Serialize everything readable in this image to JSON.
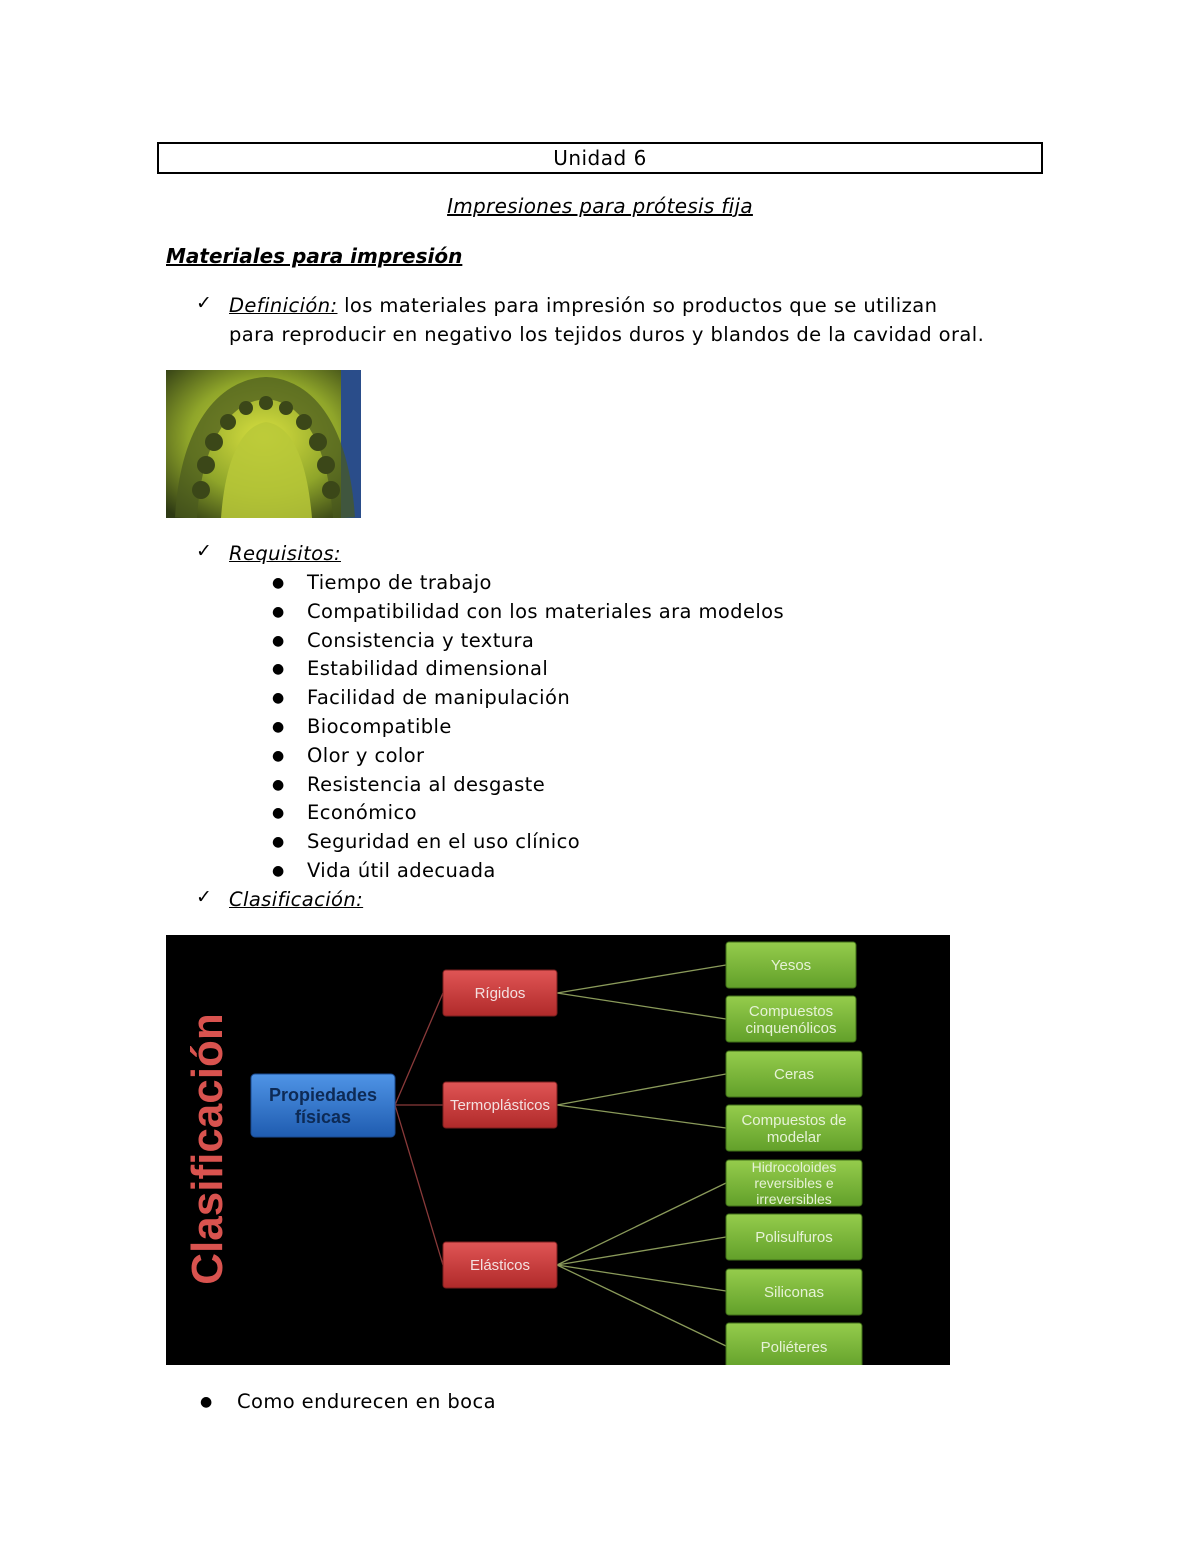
{
  "header": {
    "unit": "Unidad 6",
    "subtitle": "Impresiones para prótesis fija"
  },
  "section": {
    "title": "Materiales para impresión"
  },
  "definition": {
    "label": "Definición:",
    "line1": "los materiales para impresión so productos que se utilizan",
    "line2": "para reproducir en negativo los tejidos duros y blandos de la cavidad oral."
  },
  "requisitos": {
    "label": "Requisitos:",
    "items": [
      "Tiempo de trabajo",
      "Compatibilidad con los materiales ara modelos",
      "Consistencia y textura",
      "Estabilidad dimensional",
      "Facilidad de manipulación",
      "Biocompatible",
      "Olor y color",
      "Resistencia al desgaste",
      "Económico",
      "Seguridad en el uso clínico",
      "Vida útil adecuada"
    ]
  },
  "clasificacion": {
    "label": "Clasificación:"
  },
  "diagram": {
    "vertical_title": "Clasificación",
    "root": [
      "Propiedades",
      "físicas"
    ],
    "groups": {
      "rigidos": "Rígidos",
      "termoplasticos": "Termoplásticos",
      "elasticos": "Elásticos"
    },
    "leaves": {
      "yesos": [
        "Yesos"
      ],
      "compuestos_cinq": [
        "Compuestos",
        "cinquenólicos"
      ],
      "ceras": [
        "Ceras"
      ],
      "compuestos_modelar": [
        "Compuestos de",
        "modelar"
      ],
      "hidrocoloides": [
        "Hidrocoloides",
        "reversibles e",
        "irreversibles"
      ],
      "polisulfuros": [
        "Polisulfuros"
      ],
      "siliconas": [
        "Siliconas"
      ],
      "polieteres": [
        "Poliéteres"
      ]
    },
    "colors": {
      "background": "#000000",
      "root": "#2f78cf",
      "group": "#cc3a3a",
      "leaf": "#7cb83c",
      "title": "#d9534f"
    }
  },
  "footer_bullet": "Como endurecen en boca"
}
